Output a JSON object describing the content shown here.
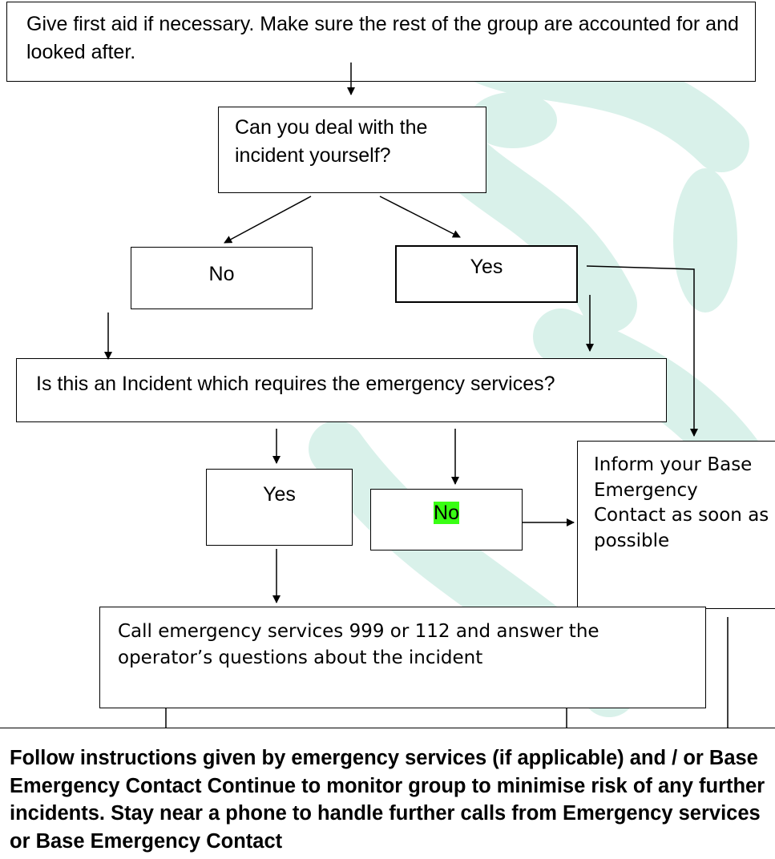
{
  "flowchart": {
    "start_box": "Give first aid if necessary. Make sure the rest of the group are accounted for and looked after.",
    "question_1": "Can you deal with the incident yourself?",
    "q1_no": "No",
    "q1_yes": "Yes",
    "question_2": "Is this an Incident which requires the emergency services?",
    "q2_yes": "Yes",
    "q2_no": "No",
    "inform_contact": "Inform your Base Emergency Contact as soon as possible",
    "call_services": "Call emergency services 999 or 112 and answer the operator’s questions about the incident",
    "final_instructions": "Follow instructions given by emergency services (if applicable) and / or Base Emergency Contact Continue to monitor group to minimise risk of any further incidents. Stay near a phone to handle further calls from Emergency services or Base Emergency Contact"
  },
  "colors": {
    "highlight": "#39ff14",
    "watermark": "#d9f1ea"
  }
}
